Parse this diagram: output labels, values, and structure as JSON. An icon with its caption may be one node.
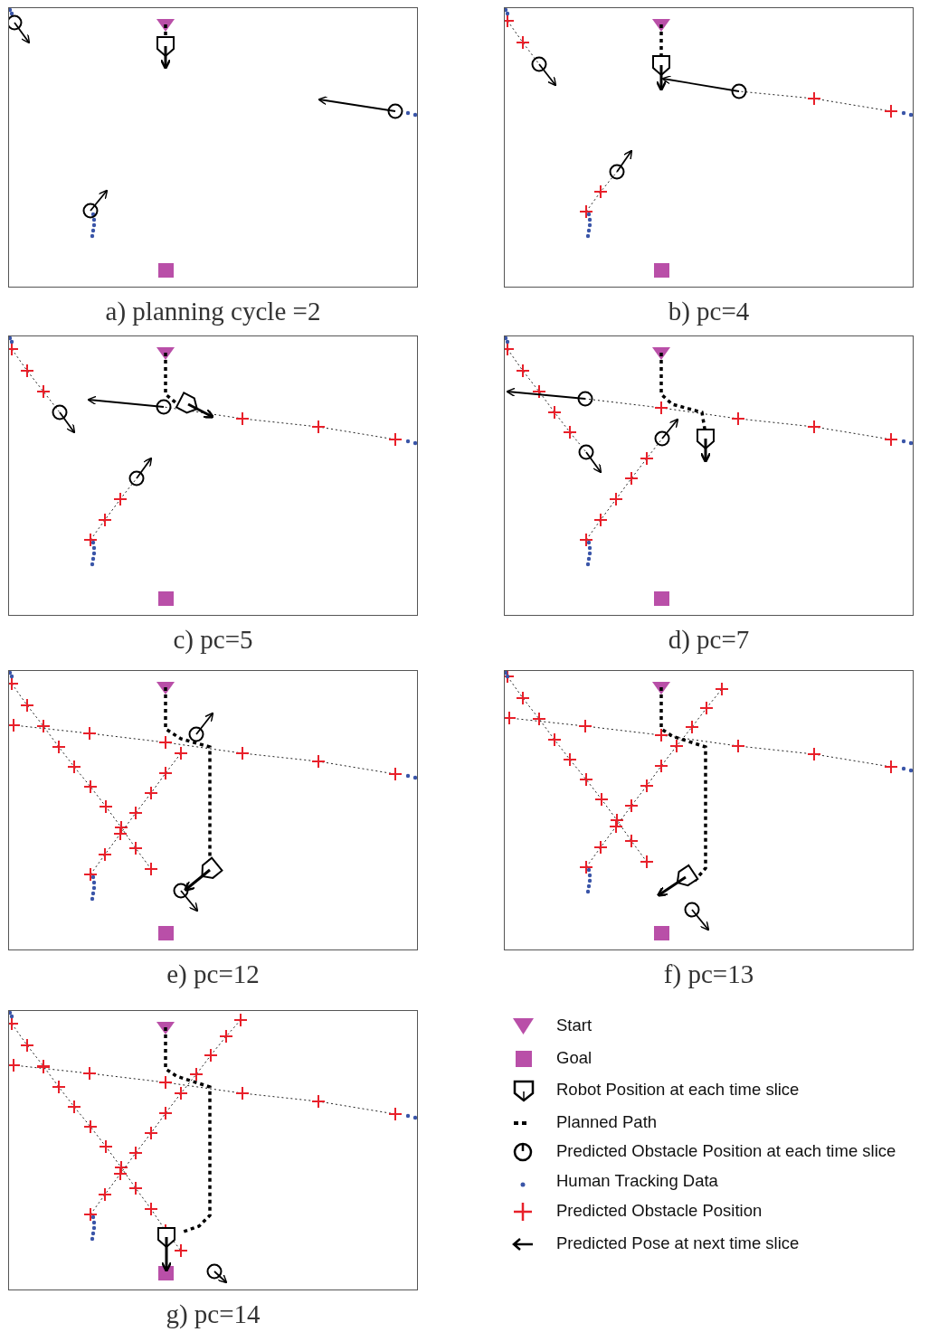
{
  "diagram": {
    "nodes": [
      {
        "text": [
          "a) planning cycle =2"
        ]
      },
      {
        "text": [
          "b) pc=4"
        ]
      },
      {
        "text": [
          "c) pc=5"
        ]
      },
      {
        "text": [
          "d) pc=7"
        ]
      },
      {
        "text": [
          "e) pc=12"
        ]
      },
      {
        "text": [
          "f) pc=13"
        ]
      },
      {
        "text": [
          "g) pc=14"
        ]
      }
    ],
    "edges": [],
    "legend": [
      {
        "text": "Start"
      },
      {
        "text": "Goal",
        "color": "#b94fa8"
      },
      {
        "text": "Robot Position at each time slice"
      },
      {
        "text": "Planned Path"
      },
      {
        "text": "Predicted Obstacle Position at each time slice"
      },
      {
        "text": "Human Tracking Data"
      },
      {
        "text": "Predicted Obstacle Position"
      },
      {
        "text": "Predicted Pose at next time slice"
      }
    ]
  }
}
